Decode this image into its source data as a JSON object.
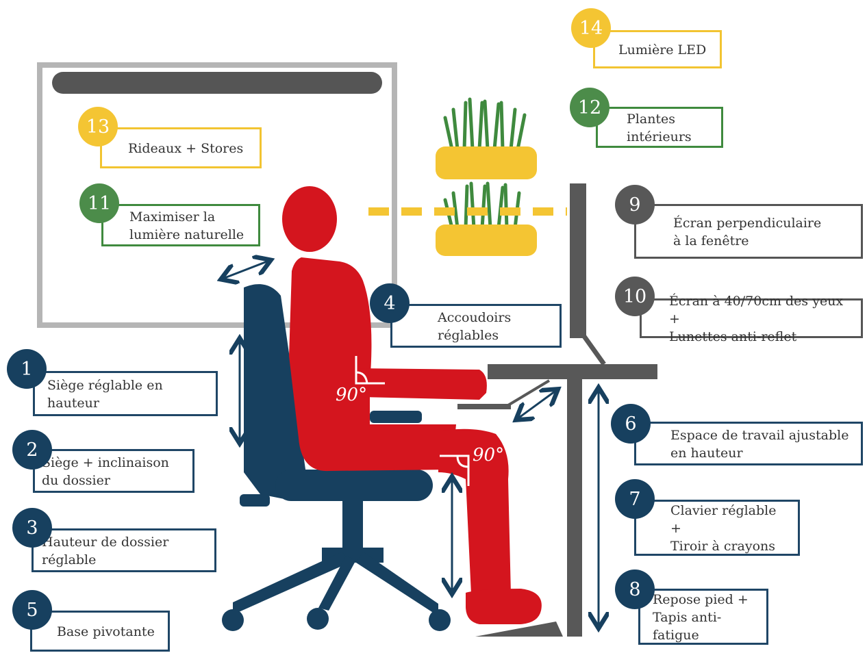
{
  "colors": {
    "navy": "#17405f",
    "red": "#d4151e",
    "gray": "#585858",
    "green": "#4c8c4a",
    "yellow": "#f4c533"
  },
  "angles": {
    "hip": "90°",
    "knee": "90°"
  },
  "callouts": [
    {
      "num": "1",
      "lines": [
        "Siège réglable en",
        "hauteur"
      ],
      "color": "blue"
    },
    {
      "num": "2",
      "lines": [
        "Siège + inclinaison",
        "du dossier"
      ],
      "color": "blue"
    },
    {
      "num": "3",
      "lines": [
        "Hauteur de dossier",
        "réglable"
      ],
      "color": "blue"
    },
    {
      "num": "4",
      "lines": [
        "Accoudoirs",
        "réglables"
      ],
      "color": "blue"
    },
    {
      "num": "5",
      "lines": [
        "Base pivotante"
      ],
      "color": "blue"
    },
    {
      "num": "6",
      "lines": [
        "Espace de travail ajustable",
        "en hauteur"
      ],
      "color": "blue"
    },
    {
      "num": "7",
      "lines": [
        "Clavier réglable +",
        "Tiroir à crayons"
      ],
      "color": "blue"
    },
    {
      "num": "8",
      "lines": [
        "Repose pied +",
        "Tapis anti-fatigue"
      ],
      "color": "blue"
    },
    {
      "num": "9",
      "lines": [
        "Écran perpendiculaire",
        "à la fenêtre"
      ],
      "color": "gray"
    },
    {
      "num": "10",
      "lines": [
        "Écran à 40/70cm des yeux +",
        "Lunettes anti-reflet"
      ],
      "color": "gray"
    },
    {
      "num": "11",
      "lines": [
        "Maximiser la",
        "lumière naturelle"
      ],
      "color": "green"
    },
    {
      "num": "12",
      "lines": [
        "Plantes",
        "intérieurs"
      ],
      "color": "green"
    },
    {
      "num": "13",
      "lines": [
        "Rideaux + Stores"
      ],
      "color": "yellow"
    },
    {
      "num": "14",
      "lines": [
        "Lumière LED"
      ],
      "color": "yellow"
    }
  ]
}
